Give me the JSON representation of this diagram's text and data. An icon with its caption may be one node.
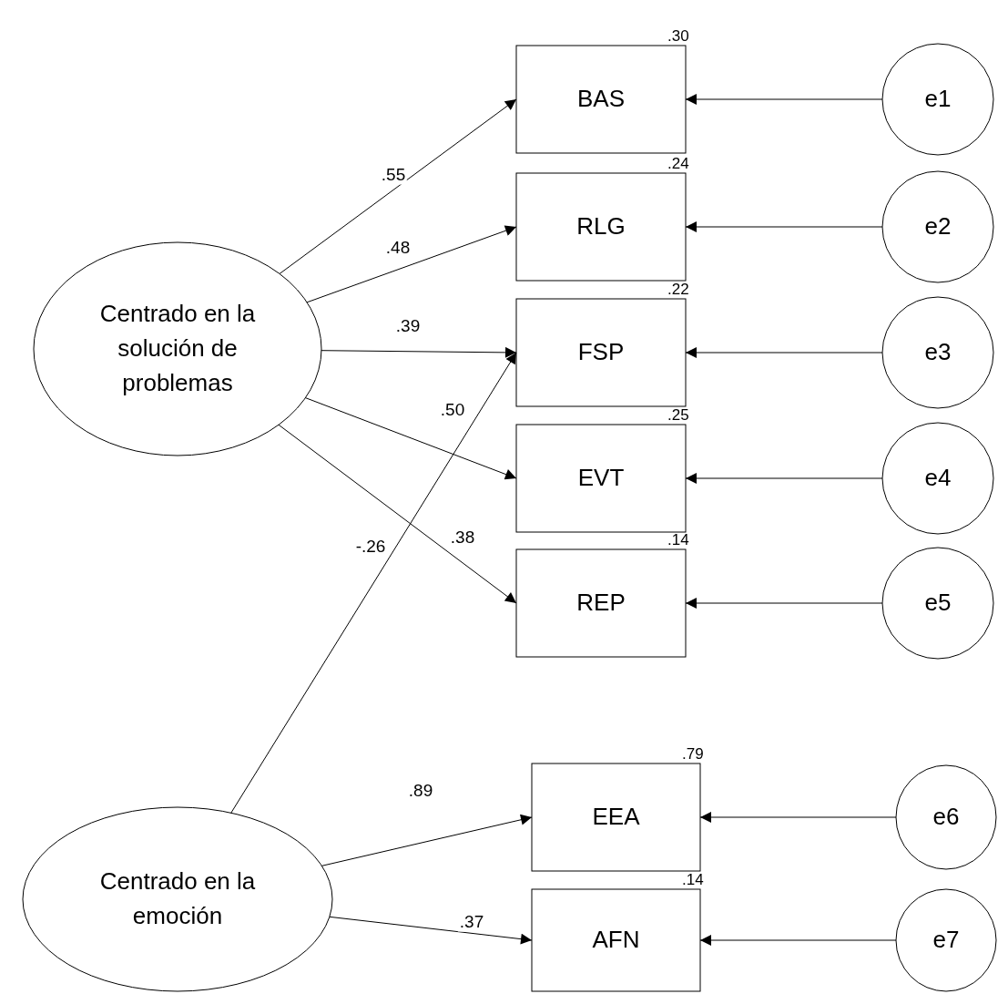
{
  "diagram": {
    "nodes": [
      {
        "text": [
          "Centrado en la solución de problemas"
        ]
      },
      {
        "text": [
          "BAS"
        ]
      },
      {
        "text": [
          "RLG"
        ]
      },
      {
        "text": [
          "FSP"
        ]
      },
      {
        "text": [
          "EVT"
        ]
      },
      {
        "text": [
          "REP"
        ]
      },
      {
        "text": [
          "e1"
        ]
      },
      {
        "text": [
          "e2"
        ]
      },
      {
        "text": [
          "e3"
        ]
      },
      {
        "text": [
          "e4"
        ]
      },
      {
        "text": [
          "e5"
        ]
      },
      {
        "text": [
          "Centrado en la emoción"
        ]
      },
      {
        "text": [
          "EEA"
        ]
      },
      {
        "text": [
          "AFN"
        ]
      },
      {
        "text": [
          "e6"
        ]
      },
      {
        "text": [
          "e7"
        ]
      }
    ],
    "edges": [
      {
        "from": 0,
        "to": 1,
        "arrow": "to",
        "label": ".55"
      },
      {
        "from": 0,
        "to": 2,
        "arrow": "to",
        "label": ".48"
      },
      {
        "from": 0,
        "to": 3,
        "arrow": "to",
        "label": ".39"
      },
      {
        "from": 0,
        "to": 4,
        "arrow": "to",
        "label": ".50"
      },
      {
        "from": 0,
        "to": 5,
        "arrow": "to",
        "label": ".38"
      },
      {
        "from": 11,
        "to": 3,
        "arrow": "to",
        "label": "-.26"
      },
      {
        "from": 11,
        "to": 12,
        "arrow": "to",
        "label": ".89"
      },
      {
        "from": 11,
        "to": 13,
        "arrow": "to",
        "label": ".37"
      },
      {
        "from": 6,
        "to": 1,
        "arrow": "to"
      },
      {
        "from": 7,
        "to": 2,
        "arrow": "to"
      },
      {
        "from": 8,
        "to": 3,
        "arrow": "to"
      },
      {
        "from": 9,
        "to": 4,
        "arrow": "to"
      },
      {
        "from": 10,
        "to": 5,
        "arrow": "to"
      },
      {
        "from": 14,
        "to": 12,
        "arrow": "to"
      },
      {
        "from": 15,
        "to": 13,
        "arrow": "to"
      }
    ],
    "labels": [
      ".30",
      ".24",
      ".22",
      ".25",
      ".14",
      ".79",
      ".14"
    ]
  }
}
